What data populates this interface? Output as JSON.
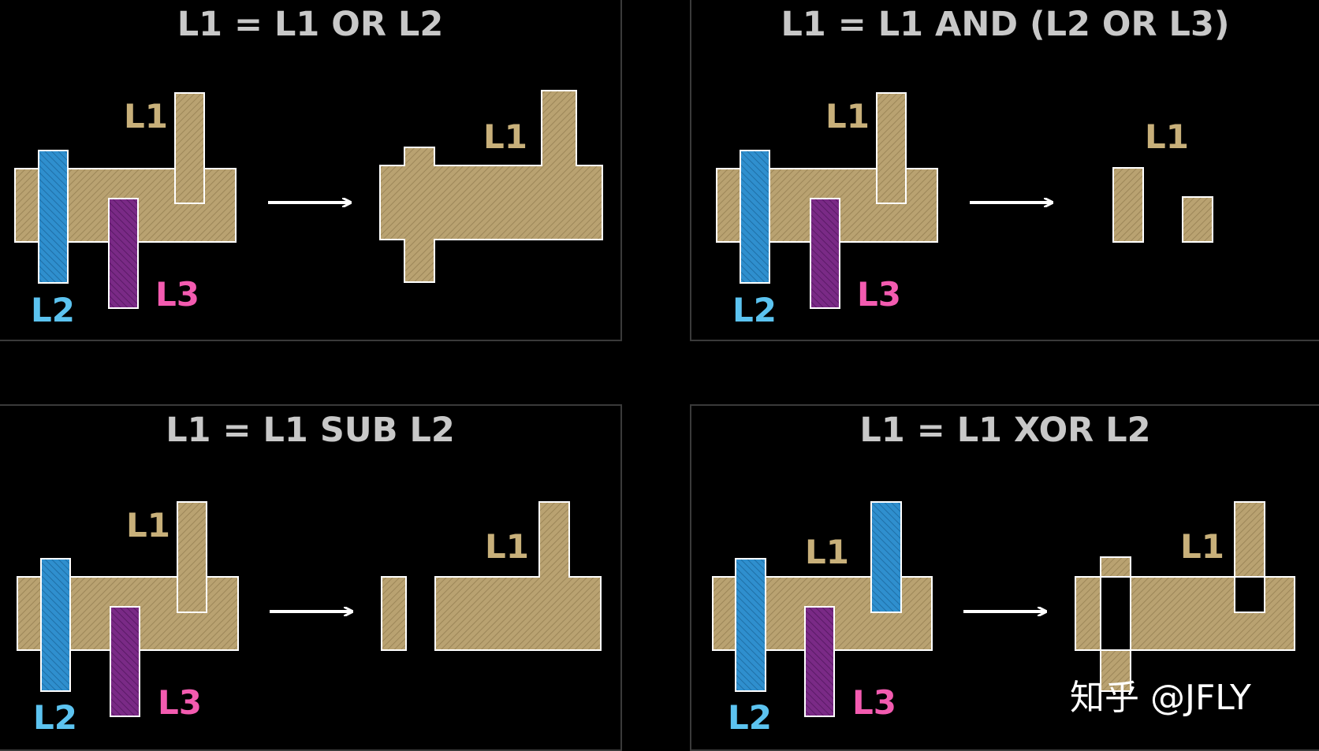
{
  "panels": {
    "or": {
      "title": "L1 = L1 OR L2"
    },
    "and": {
      "title": "L1 = L1 AND (L2 OR L3)"
    },
    "sub": {
      "title": "L1 = L1 SUB L2"
    },
    "xor": {
      "title": "L1 = L1 XOR L2"
    }
  },
  "labels": {
    "l1": "L1",
    "l2": "L2",
    "l3": "L3"
  },
  "watermark": "知乎 @JFLY",
  "colors": {
    "background": "#000000",
    "l1_fill": "#b9a271",
    "l2_fill": "#2f8fce",
    "l3_fill": "#7a2a86",
    "l1_label": "#c8b07a",
    "l2_label": "#5cc3f0",
    "l3_label": "#f35bb0",
    "title": "#c8c8c8",
    "arrow": "#ffffff"
  }
}
